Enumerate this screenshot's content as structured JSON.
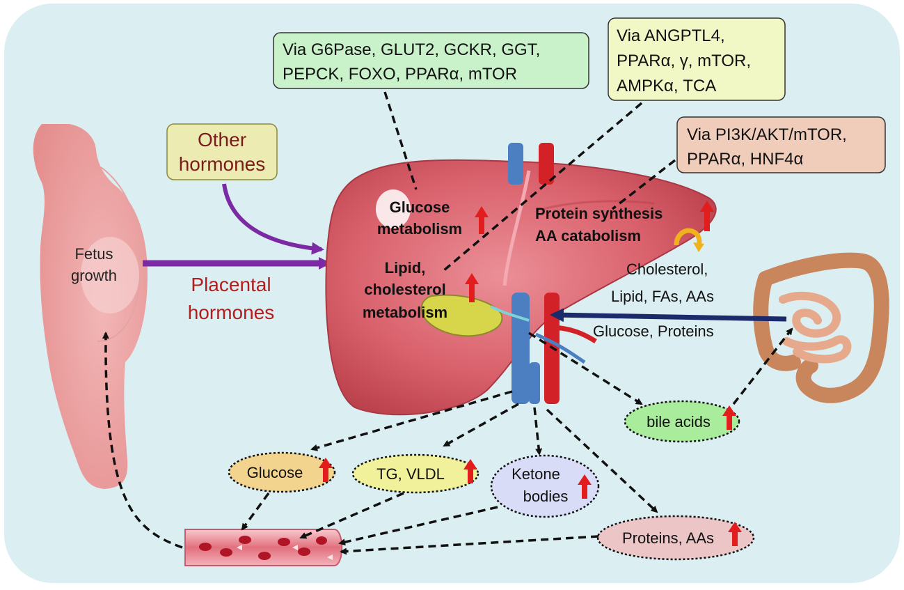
{
  "colors": {
    "background_panel": "#dbeef1",
    "liver": "#d9616c",
    "liver_light": "#e98a92",
    "gallbladder": "#d7d64a",
    "artery": "#d32227",
    "vein": "#4b7fc1",
    "purple_arrow": "#7b2aa3",
    "navy_arrow": "#1b2a6b",
    "green_box": "#c9f2cb",
    "yellow_box": "#f1f7c5",
    "tan_box": "#f0cdbb",
    "hormone_box": "#ecebb2",
    "red_up_arrow": "#e21d1d",
    "placental_text": "#b31d1d",
    "other_hormones_text": "#7a1c1c"
  },
  "boxes": {
    "glucose_pathways": {
      "line1": "Via G6Pase, GLUT2, GCKR, GGT,",
      "line2": "PEPCK,  FOXO,  PPARα,  mTOR"
    },
    "lipid_pathways": {
      "line1": "Via  ANGPTL4,",
      "line2": "PPARα,  γ,  mTOR,",
      "line3": "AMPKα,  TCA"
    },
    "protein_pathways": {
      "line1": "Via PI3K/AKT/mTOR,",
      "line2": "PPARα,  HNF4α"
    },
    "other_hormones": {
      "line1": "Other",
      "line2": "hormones"
    }
  },
  "labels": {
    "fetus_line1": "Fetus",
    "fetus_line2": "growth",
    "placental_line1": "Placental",
    "placental_line2": "hormones",
    "glucose_metab_line1": "Glucose",
    "glucose_metab_line2": "metabolism",
    "protein_synthesis": "Protein synthesis",
    "aa_catabolism": "AA catabolism",
    "lipid_line1": "Lipid,",
    "lipid_line2": "cholesterol",
    "lipid_line3": "metabolism",
    "intestine_line1": "Cholesterol,",
    "intestine_line2": "Lipid,  FAs,  AAs",
    "intestine_line3": "Glucose,  Proteins"
  },
  "outputs": {
    "glucose": "Glucose",
    "tg_vldl": "TG,  VLDL",
    "ketone_line1": "Ketone",
    "ketone_line2": "bodies",
    "proteins_aas": "Proteins,  AAs",
    "bile_acids": "bile acids"
  }
}
